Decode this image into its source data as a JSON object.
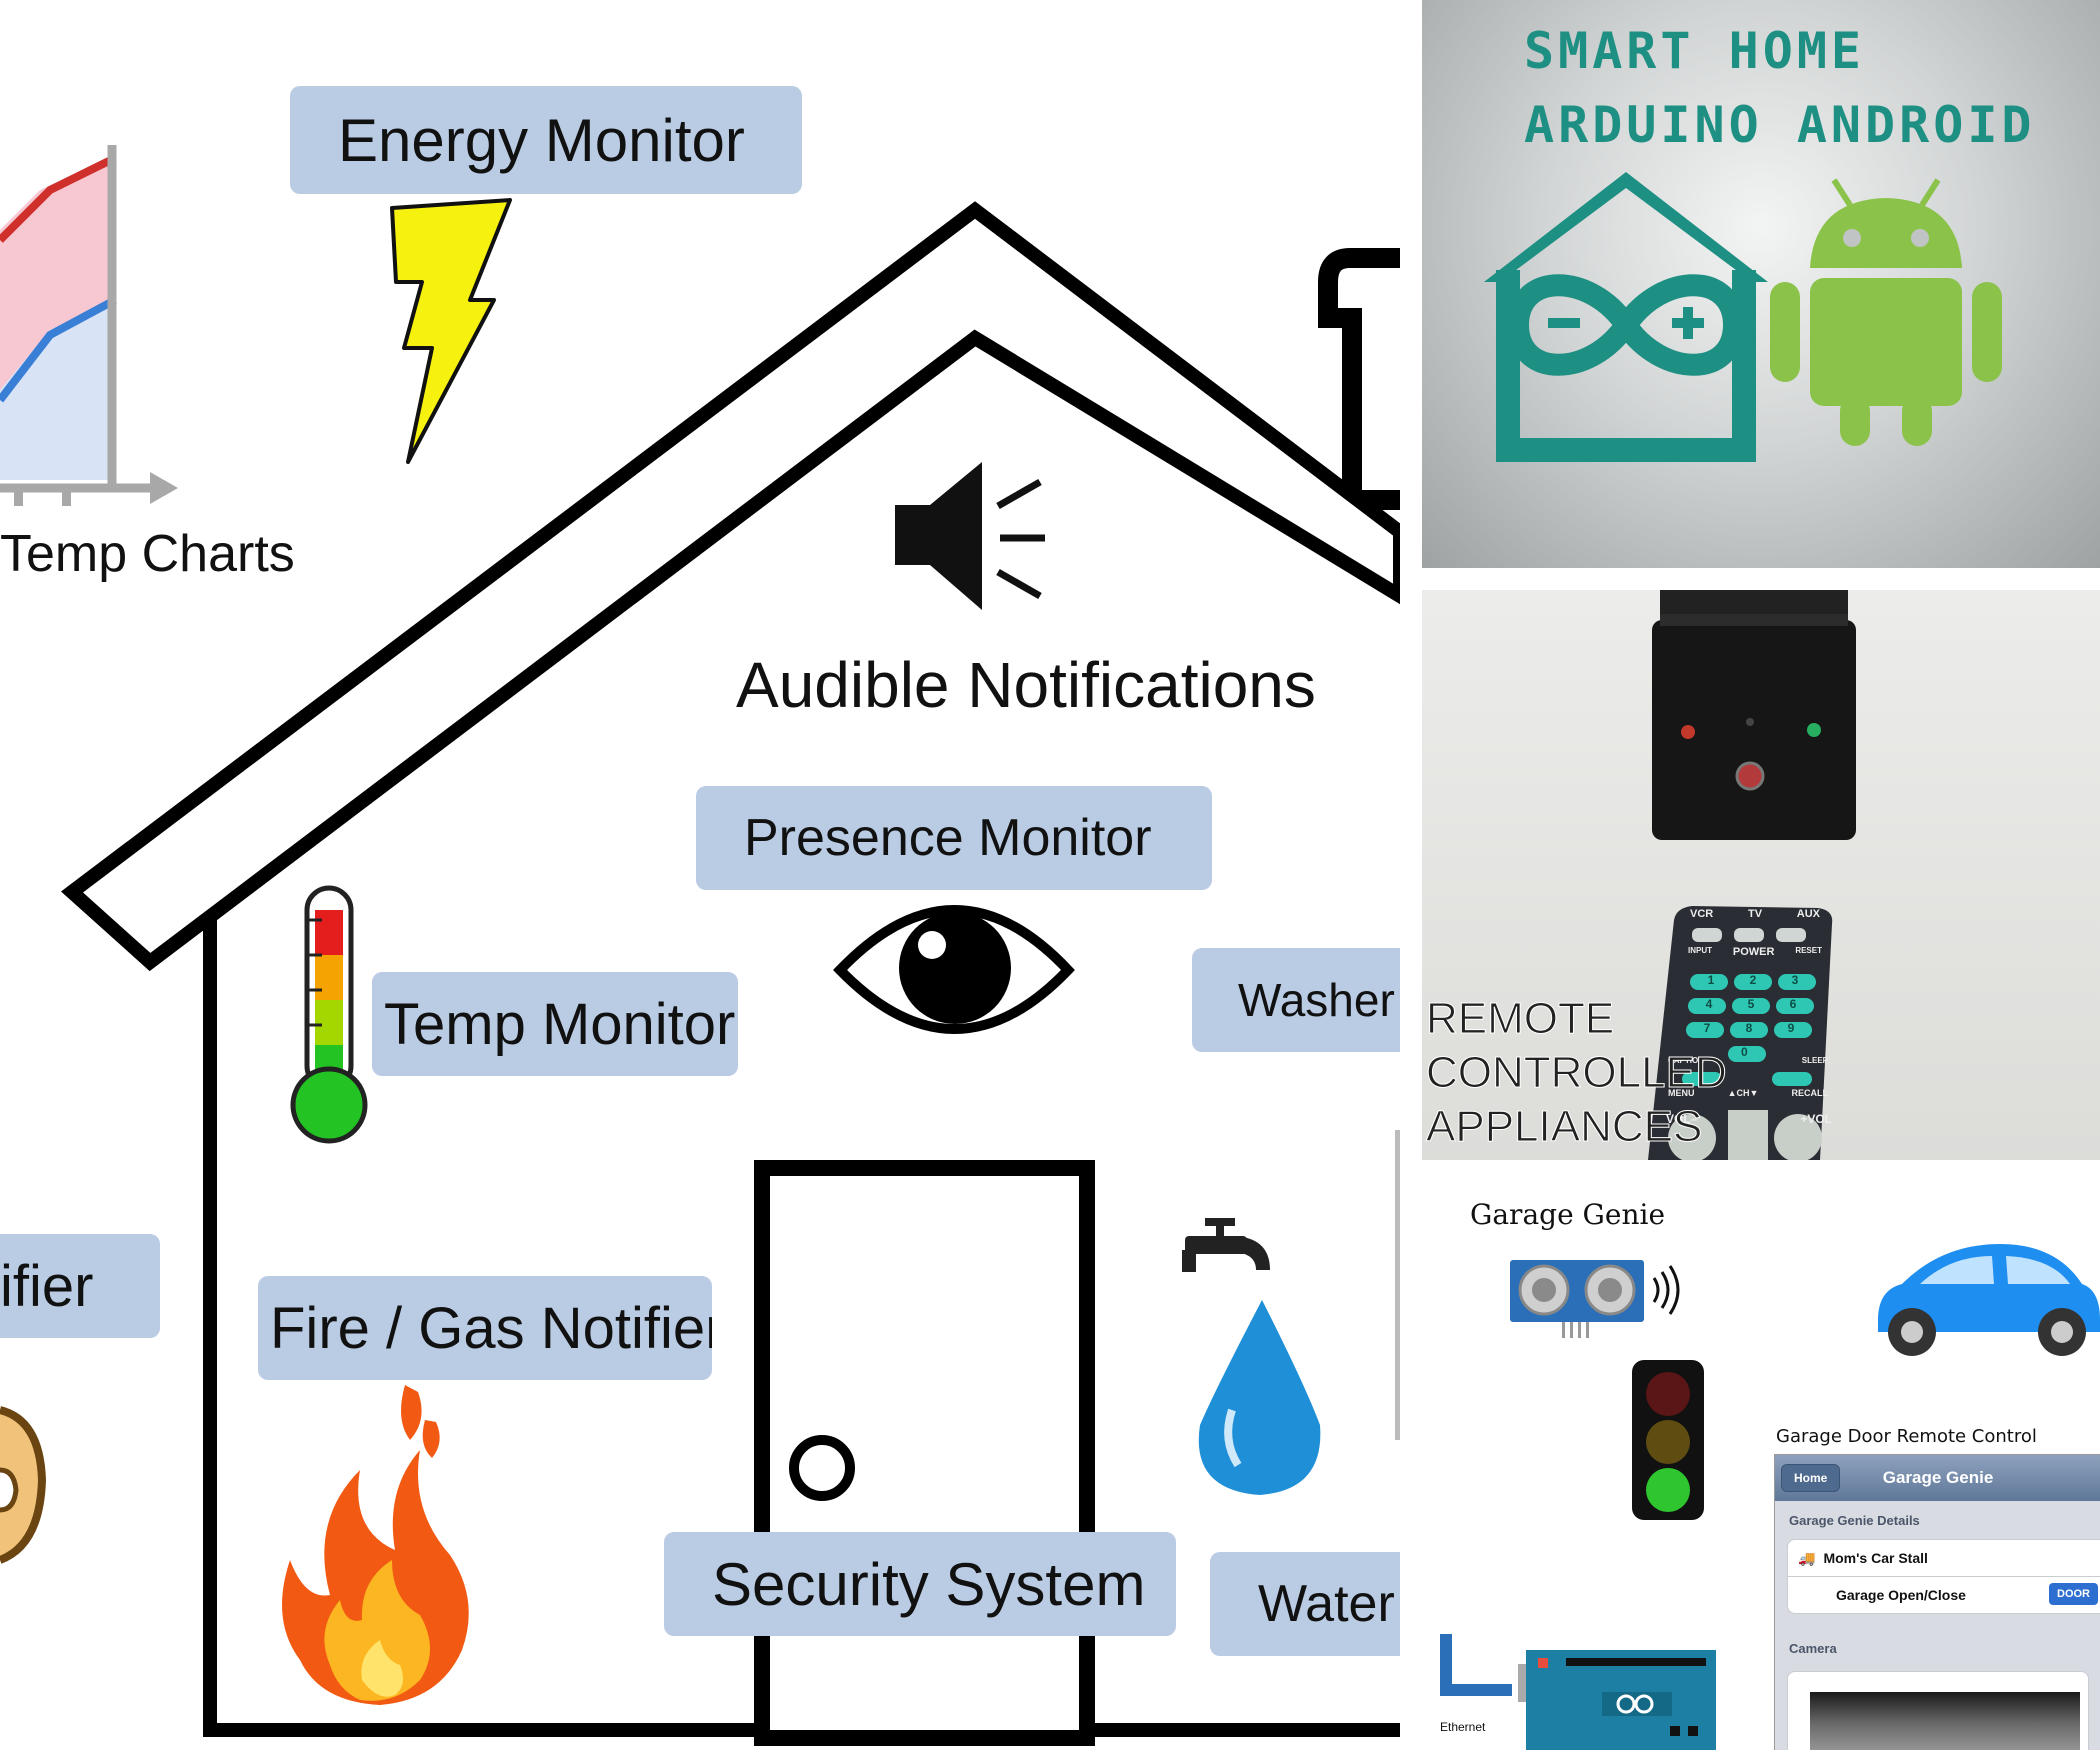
{
  "house_diagram": {
    "labels": {
      "energy_monitor": "Energy Monitor",
      "temp_charts": "Temp Charts",
      "audible_notifications": "Audible Notifications",
      "presence_monitor": "Presence Monitor",
      "temp_monitor": "Temp Monitor",
      "washer": "Washer /",
      "notifier_partial": "ifier",
      "fire_gas_notifier": "Fire / Gas Notifier",
      "security_system": "Security System",
      "water": "Water I"
    },
    "thermometer_colors": [
      "#e41d1d",
      "#f5a300",
      "#a4d600",
      "#22c322"
    ],
    "label_background": "#b9cce3"
  },
  "smart_home_graphic": {
    "title_line1": "SMART HOME",
    "title_line2": "ARDUINO ANDROID",
    "accent_color": "#1e8f83",
    "android_color": "#8bc34a"
  },
  "remote_photo": {
    "caption_lines": [
      "REMOTE",
      "CONTROLLED",
      "APPLIANCES"
    ],
    "remote_top_keys": [
      "VCR",
      "TV",
      "AUX"
    ],
    "remote_labels": [
      "INPUT",
      "POWER",
      "RESET",
      "CAPTION",
      "SLEEP",
      "MENU",
      "CH",
      "RECALL",
      "VOL–",
      "+VOL"
    ],
    "remote_digits": [
      "1",
      "2",
      "3",
      "4",
      "5",
      "6",
      "7",
      "8",
      "9",
      "0"
    ]
  },
  "garage_genie": {
    "title": "Garage Genie",
    "app_caption": "Garage Door Remote Control",
    "app": {
      "home_button": "Home",
      "nav_title": "Garage Genie",
      "section_details": "Garage Genie Details",
      "row_car_stall": "Mom's Car Stall",
      "row_garage_open_close": "Garage Open/Close",
      "door_button": "DOOR",
      "section_camera": "Camera"
    },
    "ethernet_label": "Ethernet",
    "car_color": "#1e8ff0"
  }
}
